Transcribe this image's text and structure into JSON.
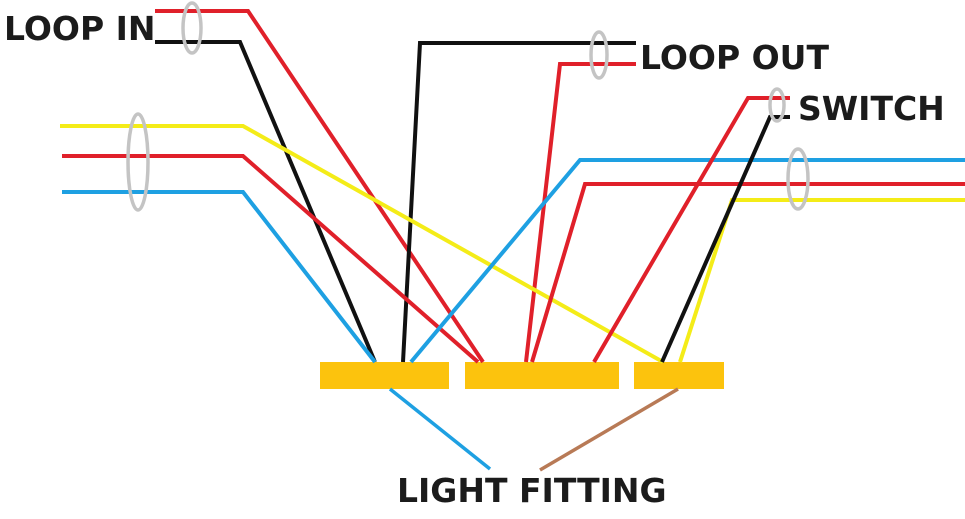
{
  "labels": {
    "loop_in": "LOOP IN",
    "loop_out": "LOOP OUT",
    "switch": "SWITCH",
    "light_fitting": "LIGHT FITTING"
  },
  "colors": {
    "red": "#e0202a",
    "black": "#111111",
    "yellow": "#f4ec18",
    "blue": "#1ea0e2",
    "terminal": "#fcc30d",
    "sleeve": "#c4c4c4",
    "pointer_blue": "#1ea0e2",
    "pointer_brown": "#b87a56"
  }
}
